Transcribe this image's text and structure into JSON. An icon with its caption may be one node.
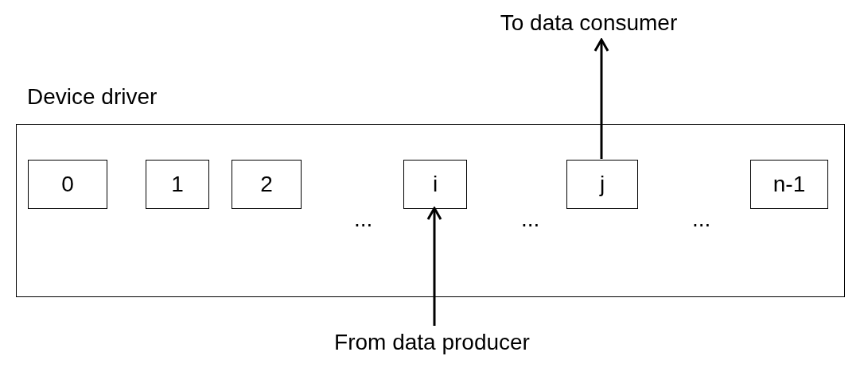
{
  "diagram": {
    "nodes": [
      {
        "text": [
          "Device driver"
        ]
      },
      {
        "text": [
          "0"
        ],
        "in": 0
      },
      {
        "text": [
          "1"
        ],
        "in": 0
      },
      {
        "text": [
          "2"
        ],
        "in": 0
      },
      {
        "text": [
          "i"
        ],
        "in": 0
      },
      {
        "text": [
          "j"
        ],
        "in": 0
      },
      {
        "text": [
          "n-1"
        ],
        "in": 0
      },
      {
        "text": [
          "From data producer"
        ]
      },
      {
        "text": [
          "To data consumer"
        ]
      }
    ],
    "edges": [
      {
        "from": 7,
        "to": 4,
        "arrow": "to"
      },
      {
        "from": 5,
        "to": 8,
        "arrow": "to"
      }
    ],
    "labels": [
      "...",
      "...",
      "..."
    ]
  }
}
